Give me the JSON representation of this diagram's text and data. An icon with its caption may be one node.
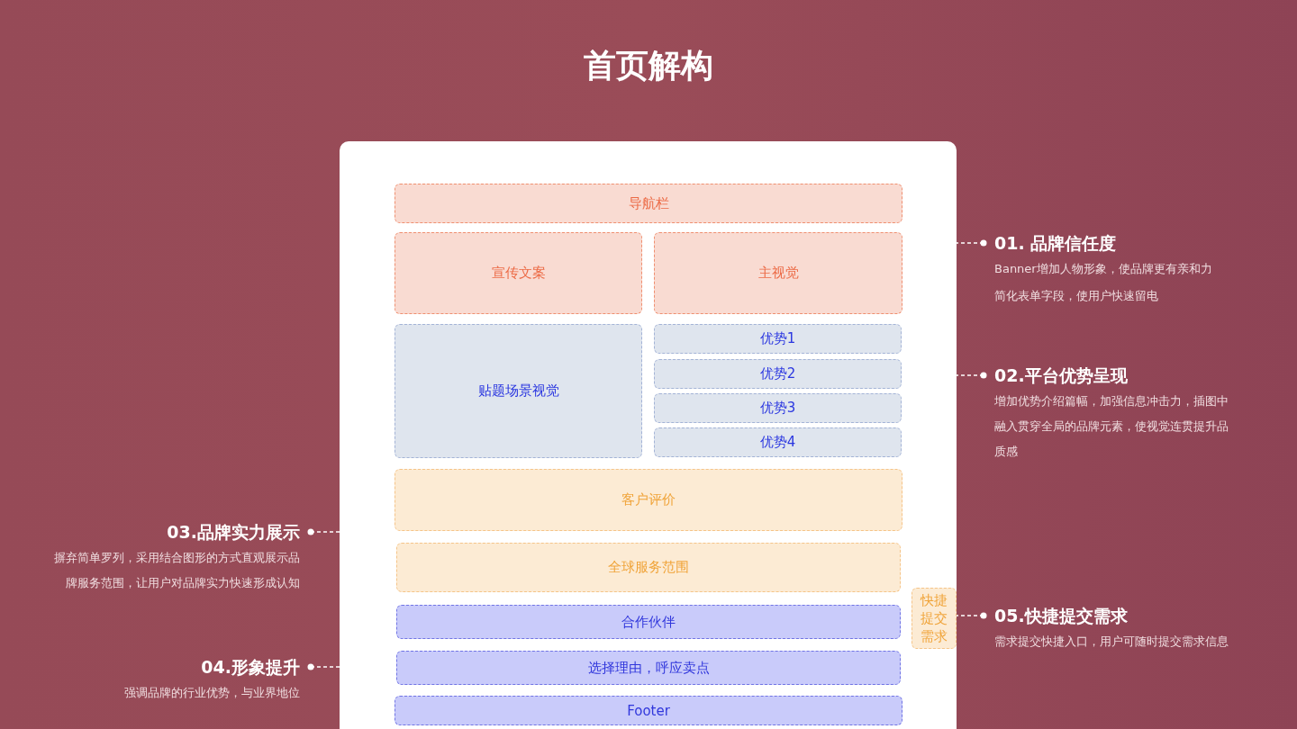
{
  "diagram": {
    "title": "首页解构",
    "nodes": [
      {
        "text": [],
        "shape": "box"
      },
      {
        "text": [
          "导航栏"
        ],
        "in": 0
      },
      {
        "text": [
          "宣传文案"
        ],
        "in": 0
      },
      {
        "text": [
          "主视觉"
        ],
        "in": 0
      },
      {
        "text": [
          "贴题场景视觉"
        ],
        "in": 0
      },
      {
        "text": [
          "优势1"
        ],
        "in": 0
      },
      {
        "text": [
          "优势2"
        ],
        "in": 0
      },
      {
        "text": [
          "优势3"
        ],
        "in": 0
      },
      {
        "text": [
          "优势4"
        ],
        "in": 0
      },
      {
        "text": [
          "客户评价"
        ],
        "in": 0
      },
      {
        "text": [
          "全球服务范围"
        ],
        "in": 0
      },
      {
        "text": [
          "合作伙伴"
        ],
        "in": 0
      },
      {
        "text": [
          "选择理由，呼应卖点"
        ],
        "in": 0
      },
      {
        "text": [
          "Footer"
        ],
        "in": 0
      },
      {
        "text": [
          "快捷提交需求"
        ],
        "in": 0
      },
      {
        "text": [
          "01. 品牌信任度",
          "Banner增加人物形象，使品牌更有亲和力",
          "简化表单字段，使用户快速留电"
        ]
      },
      {
        "text": [
          "02.平台优势呈现",
          "增加优势介绍篇幅，加强信息冲击力，插图中融入贯穿全局的品牌元素，使视觉连贯提升品质感"
        ]
      },
      {
        "text": [
          "03.品牌实力展示",
          "摒弃简单罗列，采用结合图形的方式直观展示品牌服务范围，让用户对品牌实力快速形成认知"
        ]
      },
      {
        "text": [
          "04.形象提升",
          "强调品牌的行业优势，与业界地位"
        ]
      },
      {
        "text": [
          "05.快捷提交需求",
          "需求提交快捷入口，用户可随时提交需求信息"
        ]
      }
    ],
    "edges": [
      {
        "from": 15,
        "to": 0,
        "arrow": "other",
        "style": "dashed"
      },
      {
        "from": 16,
        "to": 0,
        "arrow": "other",
        "style": "dashed"
      },
      {
        "from": 17,
        "to": 0,
        "arrow": "other",
        "style": "dashed"
      },
      {
        "from": 18,
        "to": 0,
        "arrow": "other",
        "style": "dashed"
      },
      {
        "from": 19,
        "to": 14,
        "arrow": "other",
        "style": "dashed"
      }
    ]
  }
}
